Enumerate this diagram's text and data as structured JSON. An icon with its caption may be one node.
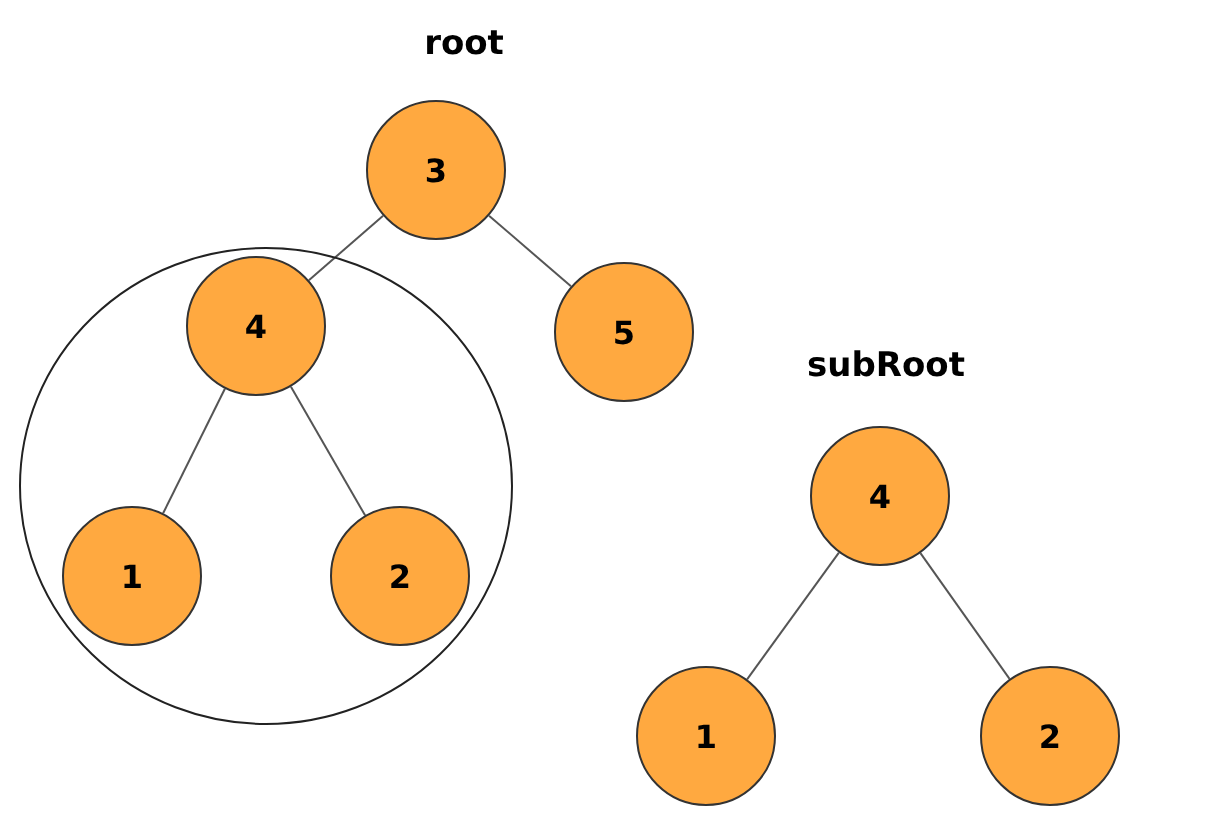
{
  "diagram": {
    "nodes": [
      {
        "text": [
          "3"
        ]
      },
      {
        "text": [],
        "shape": "circle"
      },
      {
        "text": [
          "4"
        ],
        "in": 1
      },
      {
        "text": [
          "5"
        ]
      },
      {
        "text": [
          "1"
        ],
        "in": 1
      },
      {
        "text": [
          "2"
        ],
        "in": 1
      },
      {
        "text": [
          "4"
        ]
      },
      {
        "text": [
          "1"
        ]
      },
      {
        "text": [
          "2"
        ]
      }
    ],
    "edges": [
      {
        "from": 0,
        "to": 2,
        "arrow": "none"
      },
      {
        "from": 0,
        "to": 3,
        "arrow": "none"
      },
      {
        "from": 2,
        "to": 4,
        "arrow": "none"
      },
      {
        "from": 2,
        "to": 5,
        "arrow": "none"
      },
      {
        "from": 6,
        "to": 7,
        "arrow": "none"
      },
      {
        "from": 6,
        "to": 8,
        "arrow": "none"
      }
    ],
    "labels": [
      "root",
      "subRoot"
    ]
  }
}
